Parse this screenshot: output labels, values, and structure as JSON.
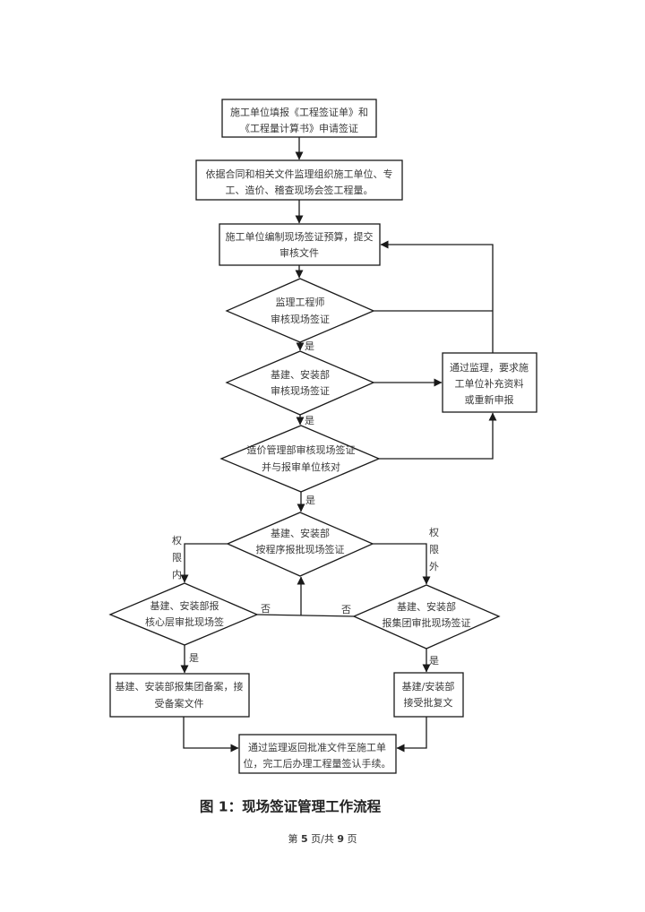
{
  "figure": {
    "nodes": {
      "submit_request": {
        "type": "process",
        "lines": [
          "施工单位填报《工程签证单》和",
          "《工程量计算书》申请签证"
        ]
      },
      "joint_inspection": {
        "type": "process",
        "lines": [
          "依据合同和相关文件监理组织施工单位、专",
          "工、造价、稽查现场会签工程量。"
        ]
      },
      "prepare_budget": {
        "type": "process",
        "lines": [
          "施工单位编制现场签证预算，提交",
          "审核文件"
        ]
      },
      "supervisor_review": {
        "type": "decision",
        "lines": [
          "监理工程师",
          "审核现场签证"
        ]
      },
      "dept_review": {
        "type": "decision",
        "lines": [
          "基建、安装部",
          "审核现场签证"
        ]
      },
      "cost_review": {
        "type": "decision",
        "lines": [
          "造价管理部审核现场签证",
          "并与报审单位核对"
        ]
      },
      "dept_submit": {
        "type": "decision",
        "lines": [
          "基建、安装部",
          "按程序报批现场签证"
        ]
      },
      "core_approval": {
        "type": "decision",
        "lines": [
          "基建、安装部报",
          "核心层审批现场签"
        ]
      },
      "group_approval": {
        "type": "decision",
        "lines": [
          "基建、安装部",
          "报集团审批现场签证"
        ]
      },
      "group_filing": {
        "type": "process",
        "lines": [
          "基建、安装部报集团备案，接",
          "受备案文件"
        ]
      },
      "receive_reply": {
        "type": "process",
        "lines": [
          "基建/安装部",
          "接受批复文"
        ]
      },
      "resubmit": {
        "type": "process",
        "lines": [
          "通过监理，要求施",
          "工单位补充资料",
          "或重新申报"
        ]
      },
      "return_docs": {
        "type": "process",
        "lines": [
          "通过监理返回批准文件至施工单",
          "位，完工后办理工程量签认手续。"
        ]
      }
    },
    "edges": [
      {
        "from": "submit_request",
        "to": "joint_inspection",
        "label": ""
      },
      {
        "from": "joint_inspection",
        "to": "prepare_budget",
        "label": ""
      },
      {
        "from": "prepare_budget",
        "to": "supervisor_review",
        "label": ""
      },
      {
        "from": "supervisor_review",
        "to": "dept_review",
        "label": "是"
      },
      {
        "from": "supervisor_review",
        "to": "prepare_budget",
        "label": ""
      },
      {
        "from": "dept_review",
        "to": "cost_review",
        "label": "是"
      },
      {
        "from": "dept_review",
        "to": "resubmit",
        "label": ""
      },
      {
        "from": "cost_review",
        "to": "dept_submit",
        "label": "是"
      },
      {
        "from": "cost_review",
        "to": "resubmit",
        "label": ""
      },
      {
        "from": "resubmit",
        "to": "prepare_budget",
        "label": ""
      },
      {
        "from": "dept_submit",
        "to": "core_approval",
        "label": "权限内"
      },
      {
        "from": "dept_submit",
        "to": "group_approval",
        "label": "权限外"
      },
      {
        "from": "core_approval",
        "to": "dept_submit",
        "label": "否"
      },
      {
        "from": "group_approval",
        "to": "dept_submit",
        "label": "否"
      },
      {
        "from": "core_approval",
        "to": "group_filing",
        "label": "是"
      },
      {
        "from": "group_approval",
        "to": "receive_reply",
        "label": "是"
      },
      {
        "from": "group_filing",
        "to": "return_docs",
        "label": ""
      },
      {
        "from": "receive_reply",
        "to": "return_docs",
        "label": ""
      }
    ],
    "labels": {
      "yes": "是",
      "no": "否",
      "within_authority": [
        "权",
        "限",
        "内"
      ],
      "beyond_authority": [
        "权",
        "限",
        "外"
      ]
    }
  },
  "caption": "图 1：现场签证管理工作流程",
  "footer": {
    "prefix": "第 ",
    "current_page": "5",
    "middle": " 页/共 ",
    "total_pages": "9",
    "suffix": " 页"
  }
}
